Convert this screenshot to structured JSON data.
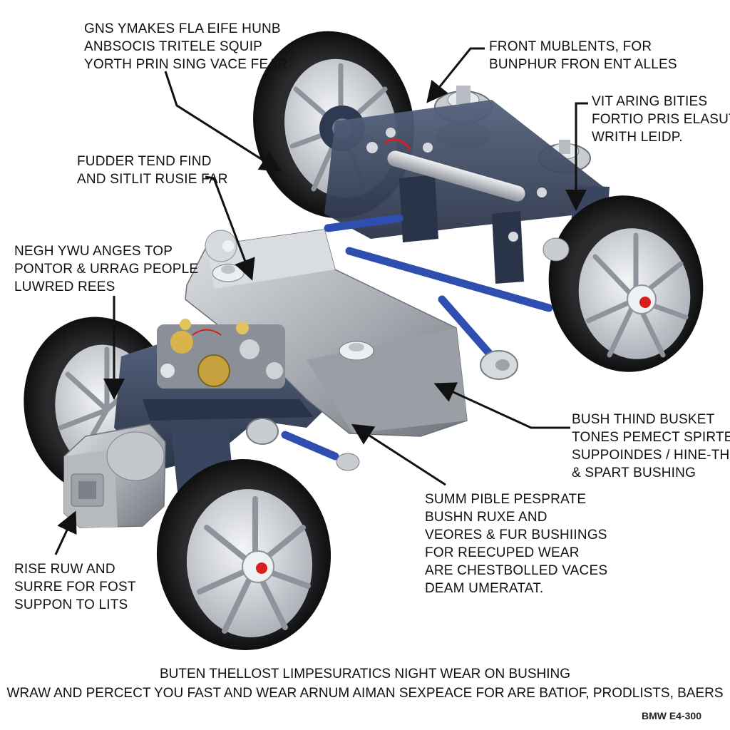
{
  "callouts": {
    "top_left": [
      "GNS YMAKES FLA EIFE HUNB",
      "ANBSOCIS TRITELE SQUIP",
      "YORTH PRIN SING VACE FEAR"
    ],
    "top_right": [
      "FRONT MUBLENTS, FOR",
      "BUNPHUR FRON ENT ALLES"
    ],
    "right_mid": [
      "VIT ARING BITIES",
      "FORTIO PRIS ELASUTE",
      "WRITH LEIDP."
    ],
    "left_upper": [
      "FUDDER TEND FIND",
      "AND SITLIT RUSIE FAR"
    ],
    "left_mid": [
      "NEGH YWU ANGES TOP",
      "PONTOR & URRAG PEOPLE",
      "LUWRED REES"
    ],
    "right_low": [
      "BUSH THIND BUSKET",
      "TONES PEMECT SPIRTE",
      "SUPPOINDES / HINE-THOR",
      "& SPART BUSHING"
    ],
    "center_low": [
      "SUMM PIBLE PESPRATE",
      "BUSHN RUXE AND",
      "VEORES & FUR BUSHIINGS",
      "FOR REECUPED WEAR",
      "ARE CHESTBOLLED VACES",
      "DEAM UMERATAT."
    ],
    "left_low": [
      "RISE RUW AND",
      "SURRE FOR FOST",
      "SUPPON TO LITS"
    ]
  },
  "footer": {
    "line1": "BUTEN THELLOST LIMPESURATICS NIGHT WEAR ON BUSHING",
    "line2": "WRAW AND PERCECT YOU FAST AND WEAR ARNUM AIMAN SEXPEACE FOR ARE BATIOF, PRODLISTS, BAERS"
  },
  "badge": "BMW E4-300",
  "colors": {
    "frame": "#3d4a63",
    "frame_dark": "#2a3448",
    "tire": "#1c1c1e",
    "rim": "#cfd3d8",
    "hub_accent": "#d81e1e",
    "housing": "#a9adb3",
    "tie_rod": "#2f4fb0",
    "rod_steel": "#b8bcc2",
    "leader": "#111111"
  }
}
